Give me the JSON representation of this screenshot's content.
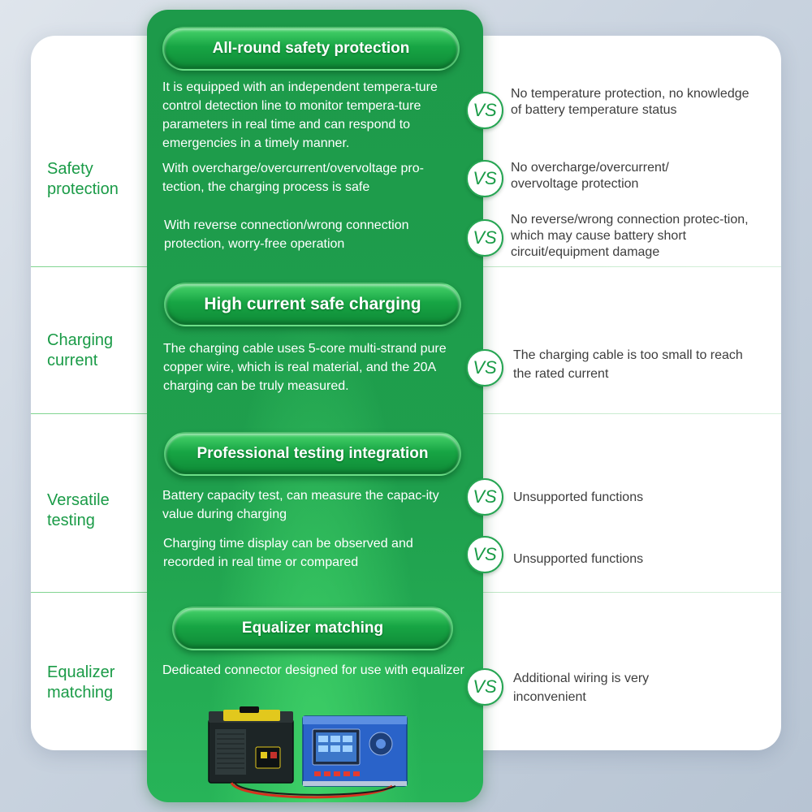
{
  "categories": {
    "safety": "Safety protection",
    "charging": "Charging current",
    "testing": "Versatile testing",
    "equalizer": "Equalizer matching"
  },
  "sections": {
    "safety": {
      "header": "All-round safety protection",
      "items": [
        {
          "ours": "It is equipped with an independent tempera-ture control detection line to monitor tempera-ture parameters in real time and can respond to emergencies in a timely manner.",
          "vs": "VS",
          "theirs": "No temperature protection, no knowledge of battery temperature status"
        },
        {
          "ours": "With overcharge/overcurrent/overvoltage pro-tection, the charging process is safe",
          "vs": "VS",
          "theirs": "No overcharge/overcurrent/ overvoltage protection"
        },
        {
          "ours": "With reverse connection/wrong connection protection, worry-free operation",
          "vs": "VS",
          "theirs": "No reverse/wrong connection protec-tion, which may cause battery short circuit/equipment damage"
        }
      ]
    },
    "charging": {
      "header": "High current safe charging",
      "items": [
        {
          "ours": "The charging cable uses 5-core multi-strand pure copper wire, which is real material, and the 20A charging can be truly measured.",
          "vs": "VS",
          "theirs": "The charging cable is too small to reach the rated current"
        }
      ]
    },
    "testing": {
      "header": "Professional testing integration",
      "items": [
        {
          "ours": "Battery capacity test, can measure the capac-ity value during charging",
          "vs": "VS",
          "theirs": "Unsupported functions"
        },
        {
          "ours": "Charging time display can be observed and recorded in real time or compared",
          "vs": "VS",
          "theirs": "Unsupported functions"
        }
      ]
    },
    "equalizer": {
      "header": "Equalizer matching",
      "items": [
        {
          "ours": "Dedicated connector designed for use with equalizer",
          "vs": "VS",
          "theirs": "Additional wiring is very inconvenient"
        }
      ]
    }
  },
  "colors": {
    "brand_green": "#1f9f4d",
    "category_text": "#1a9b47",
    "compare_text": "#3d3d3d"
  }
}
